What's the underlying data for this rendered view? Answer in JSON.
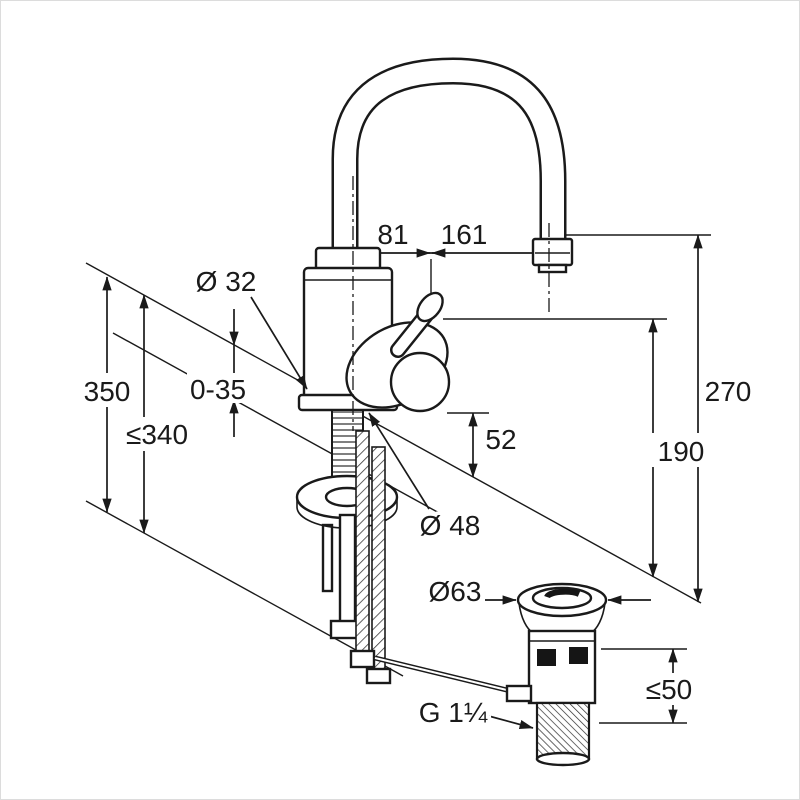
{
  "page": {
    "kind": "faucet-technical-dimension-drawing",
    "background": "#ffffff",
    "line_color": "#1a1a1a"
  },
  "drawing": {
    "dimensions": {
      "spout_offset": "81",
      "spout_reach": "161",
      "body_diameter": "Ø 32",
      "height_left": "350",
      "max_fitting_height": "≤340",
      "deck_thickness": "0-35",
      "lever_clearance": "52",
      "base_diameter": "Ø 48",
      "total_height": "270",
      "outlet_height": "190",
      "waste_flange_diameter": "Ø63",
      "waste_deck_thickness": "≤50",
      "waste_thread": "G 1¼"
    }
  }
}
